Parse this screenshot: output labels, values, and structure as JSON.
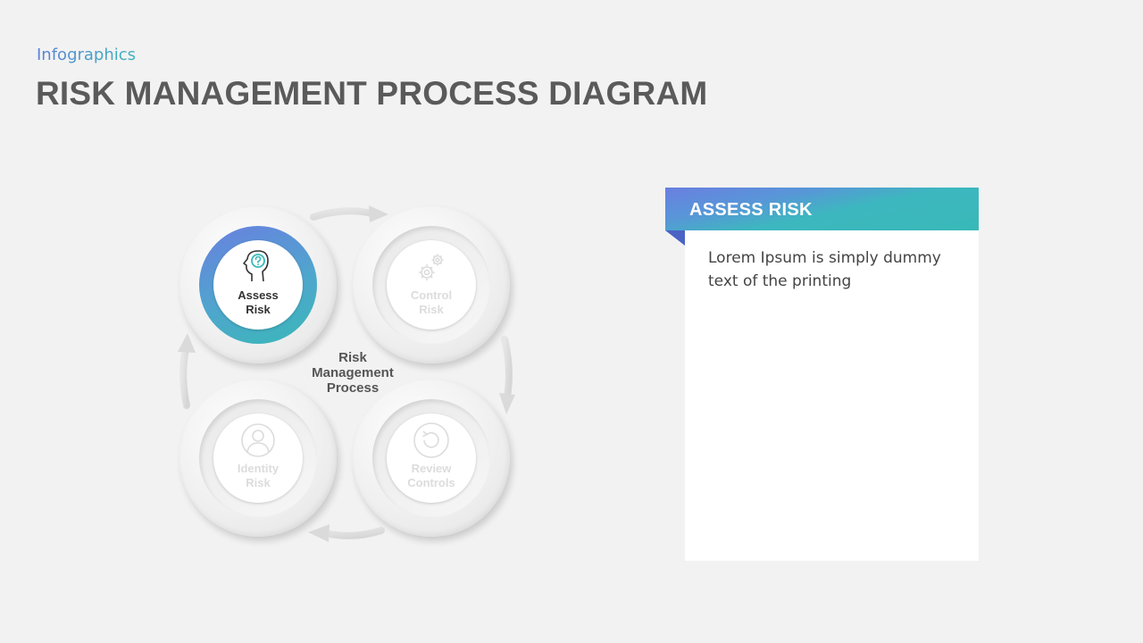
{
  "header": {
    "subtitle": "Infographics",
    "title": "RISK MANAGEMENT PROCESS DIAGRAM"
  },
  "diagram": {
    "center_label_lines": [
      "Risk",
      "Management",
      "Process"
    ],
    "steps": [
      {
        "id": "assess",
        "lines": [
          "Assess",
          "Risk"
        ],
        "icon": "head-question-icon",
        "active": true
      },
      {
        "id": "control",
        "lines": [
          "Control",
          "Risk"
        ],
        "icon": "gears-icon",
        "active": false
      },
      {
        "id": "identity",
        "lines": [
          "Identity",
          "Risk"
        ],
        "icon": "user-icon",
        "active": false
      },
      {
        "id": "review",
        "lines": [
          "Review",
          "Controls"
        ],
        "icon": "refresh-icon",
        "active": false
      }
    ],
    "colors": {
      "active_gradient_start": "#6a7fe0",
      "active_gradient_end": "#39b8b8",
      "inactive_text": "#dcdcdc"
    }
  },
  "panel": {
    "title": "ASSESS RISK",
    "body": "Lorem Ipsum is simply dummy text of the printing"
  }
}
